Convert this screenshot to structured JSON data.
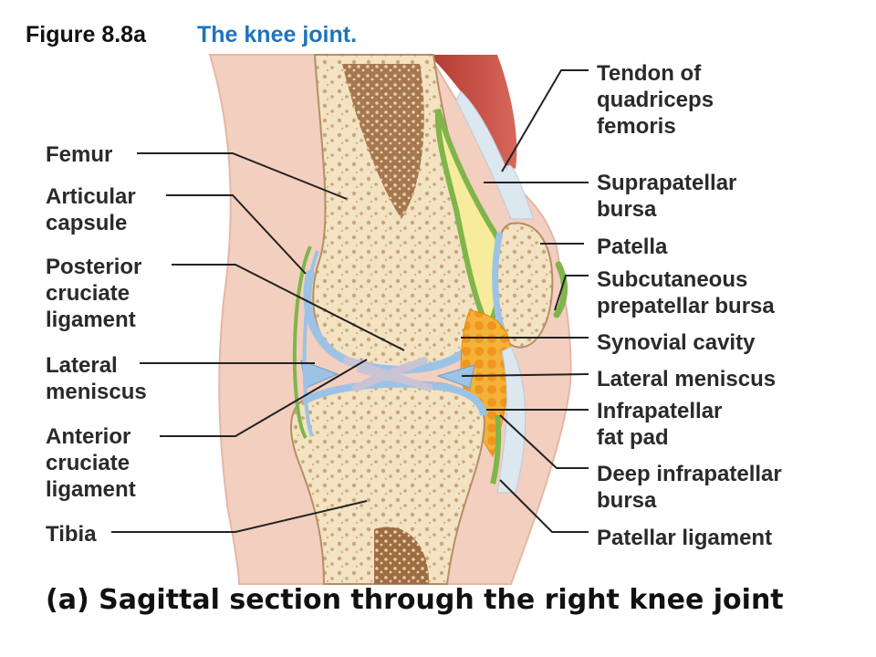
{
  "figure": {
    "number": "Figure 8.8a",
    "title": "The knee joint.",
    "caption": "(a) Sagittal section through the right knee joint"
  },
  "labels_left": [
    {
      "lines": [
        "Femur"
      ]
    },
    {
      "lines": [
        "Articular",
        "capsule"
      ]
    },
    {
      "lines": [
        "Posterior",
        "cruciate",
        "ligament"
      ]
    },
    {
      "lines": [
        "Lateral",
        "meniscus"
      ]
    },
    {
      "lines": [
        "Anterior",
        "cruciate",
        "ligament"
      ]
    },
    {
      "lines": [
        "Tibia"
      ]
    }
  ],
  "labels_right": [
    {
      "lines": [
        "Tendon of",
        "quadriceps",
        "femoris"
      ]
    },
    {
      "lines": [
        "Suprapatellar",
        "bursa"
      ]
    },
    {
      "lines": [
        "Patella"
      ]
    },
    {
      "lines": [
        "Subcutaneous",
        "prepatellar bursa"
      ]
    },
    {
      "lines": [
        "Synovial cavity"
      ]
    },
    {
      "lines": [
        "Lateral meniscus"
      ]
    },
    {
      "lines": [
        "Infrapatellar",
        "fat pad"
      ]
    },
    {
      "lines": [
        "Deep infrapatellar",
        "bursa"
      ]
    },
    {
      "lines": [
        "Patellar ligament"
      ]
    }
  ],
  "colors": {
    "title_blue": "#1e73be",
    "skin": "#f3cfc0",
    "bone": "#f3e3c2",
    "marrow": "#a8764c",
    "cartilage": "#9cc3e6",
    "green_bursa": "#7fb54a",
    "fat_pad": "#f0a020",
    "muscle": "#c44a3f"
  }
}
